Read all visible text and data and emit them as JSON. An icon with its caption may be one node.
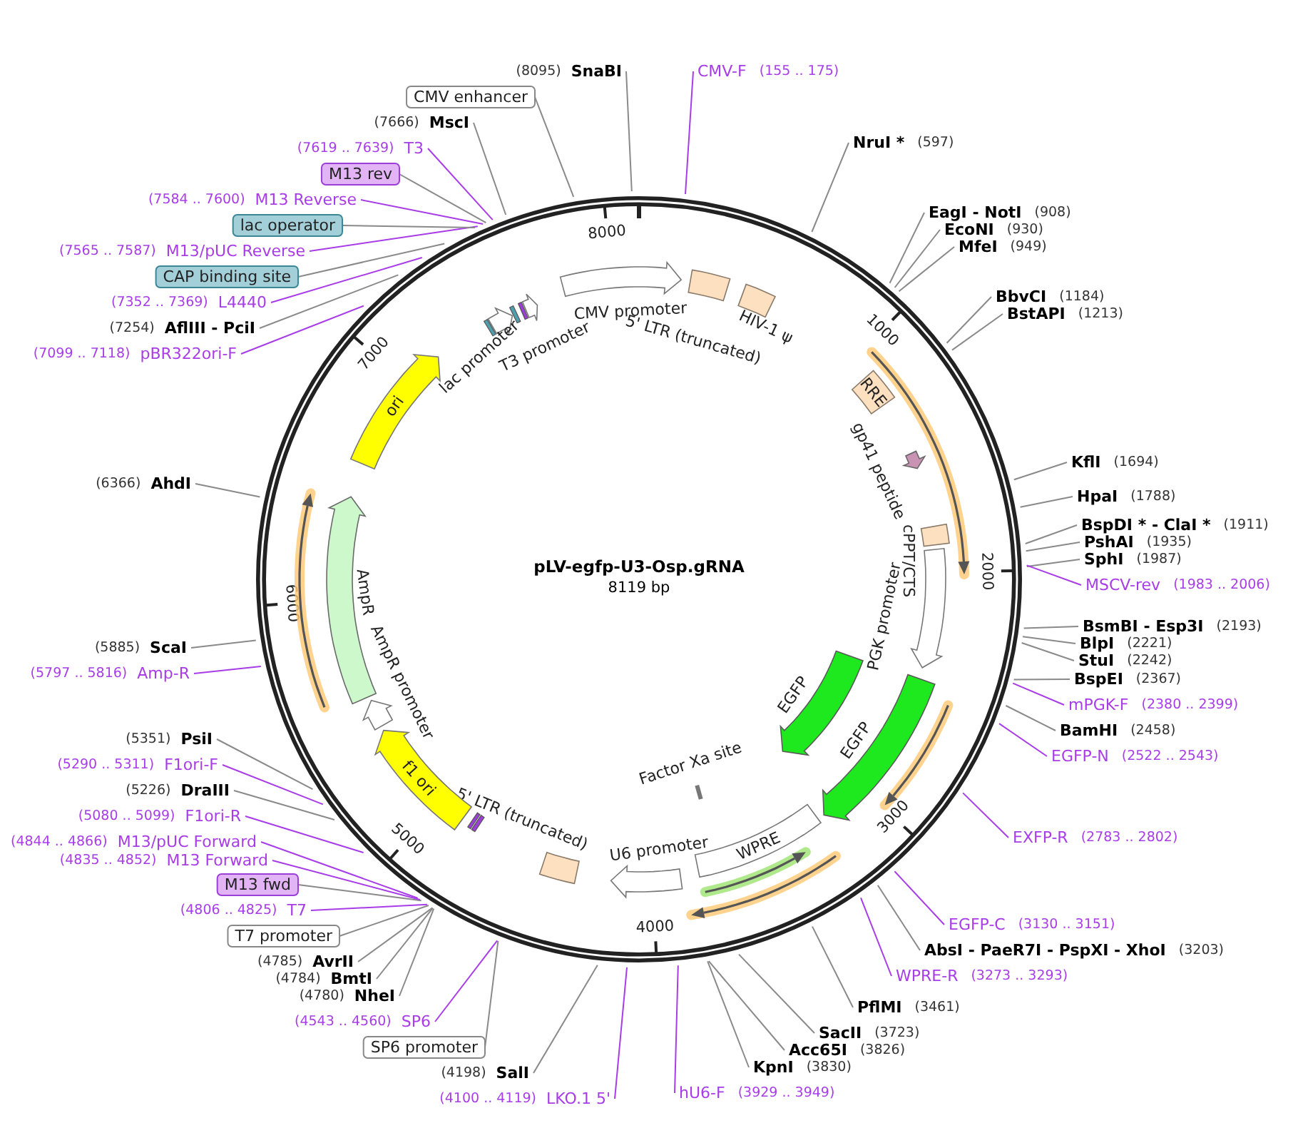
{
  "diagram": {
    "title": "pLV-egfp-U3-Osp.gRNA",
    "nodes": [
      {
        "text": [
          "(8095)",
          "SnaBI"
        ]
      },
      {
        "text": [
          "CMV-F",
          "(155 .. 175)"
        ]
      },
      {
        "text": [
          "NruI *",
          "(597)"
        ]
      },
      {
        "text": [
          "EagI - NotI",
          "(908)"
        ]
      },
      {
        "text": [
          "EcoNI",
          "(930)"
        ]
      },
      {
        "text": [
          "MfeI",
          "(949)"
        ]
      },
      {
        "text": [
          "BbvCI",
          "(1184)"
        ]
      },
      {
        "text": [
          "BstAPI",
          "(1213)"
        ]
      },
      {
        "text": [
          "KflI",
          "(1694)"
        ]
      },
      {
        "text": [
          "HpaI",
          "(1788)"
        ]
      },
      {
        "text": [
          "BspDI * - ClaI *",
          "(1911)"
        ]
      },
      {
        "text": [
          "PshAI",
          "(1935)"
        ]
      },
      {
        "text": [
          "SphI",
          "(1987)"
        ]
      },
      {
        "text": [
          "MSCV-rev",
          "(1983 .. 2006)"
        ]
      },
      {
        "text": [
          "BsmBI - Esp3I",
          "(2193)"
        ]
      },
      {
        "text": [
          "BlpI",
          "(2221)"
        ]
      },
      {
        "text": [
          "StuI",
          "(2242)"
        ]
      },
      {
        "text": [
          "BspEI",
          "(2367)"
        ]
      },
      {
        "text": [
          "mPGK-F",
          "(2380 .. 2399)"
        ]
      },
      {
        "text": [
          "BamHI",
          "(2458)"
        ]
      },
      {
        "text": [
          "EGFP-N",
          "(2522 .. 2543)"
        ]
      },
      {
        "text": [
          "EXFP-R",
          "(2783 .. 2802)"
        ]
      },
      {
        "text": [
          "EGFP-C",
          "(3130 .. 3151)"
        ]
      },
      {
        "text": [
          "AbsI - PaeR7I - PspXI - XhoI",
          "(3203)"
        ]
      },
      {
        "text": [
          "WPRE-R",
          "(3273 .. 3293)"
        ]
      },
      {
        "text": [
          "PflMI",
          "(3461)"
        ]
      },
      {
        "text": [
          "SacII",
          "(3723)"
        ]
      },
      {
        "text": [
          "Acc65I",
          "(3826)"
        ]
      },
      {
        "text": [
          "KpnI",
          "(3830)"
        ]
      },
      {
        "text": [
          "hU6-F",
          "(3929 .. 3949)"
        ]
      },
      {
        "text": [
          "(4100 .. 4119)",
          "LKO.1 5'"
        ]
      },
      {
        "text": [
          "(4198)",
          "SalI"
        ]
      },
      {
        "text": [
          "SP6 promoter"
        ]
      },
      {
        "text": [
          "(4543 .. 4560)",
          "SP6"
        ]
      },
      {
        "text": [
          "(4780)",
          "NheI"
        ]
      },
      {
        "text": [
          "(4784)",
          "BmtI"
        ]
      },
      {
        "text": [
          "(4785)",
          "AvrII"
        ]
      },
      {
        "text": [
          "T7 promoter"
        ]
      },
      {
        "text": [
          "(4806 .. 4825)",
          "T7"
        ]
      },
      {
        "text": [
          "M13 fwd"
        ]
      },
      {
        "text": [
          "(4835 .. 4852)",
          "M13 Forward"
        ]
      },
      {
        "text": [
          "(4844 .. 4866)",
          "M13/pUC Forward"
        ]
      },
      {
        "text": [
          "(5080 .. 5099)",
          "F1ori-R"
        ]
      },
      {
        "text": [
          "(5226)",
          "DraIII"
        ]
      },
      {
        "text": [
          "(5290 .. 5311)",
          "F1ori-F"
        ]
      },
      {
        "text": [
          "(5351)",
          "PsiI"
        ]
      },
      {
        "text": [
          "(5797 .. 5816)",
          "Amp-R"
        ]
      },
      {
        "text": [
          "(5885)",
          "ScaI"
        ]
      },
      {
        "text": [
          "(6366)",
          "AhdI"
        ]
      },
      {
        "text": [
          "(7099 .. 7118)",
          "pBR322ori-F"
        ]
      },
      {
        "text": [
          "(7254)",
          "AflIII - PciI"
        ]
      },
      {
        "text": [
          "(7352 .. 7369)",
          "L4440"
        ]
      },
      {
        "text": [
          "CAP binding site"
        ]
      },
      {
        "text": [
          "(7565 .. 7587)",
          "M13/pUC Reverse"
        ]
      },
      {
        "text": [
          "lac operator"
        ]
      },
      {
        "text": [
          "(7584 .. 7600)",
          "M13 Reverse"
        ]
      },
      {
        "text": [
          "M13 rev"
        ]
      },
      {
        "text": [
          "(7619 .. 7639)",
          "T3"
        ]
      },
      {
        "text": [
          "(7666)",
          "MscI"
        ]
      },
      {
        "text": [
          "CMV enhancer"
        ]
      },
      {
        "text": [
          "CMV promoter"
        ]
      },
      {
        "text": [
          "5' LTR (truncated)"
        ]
      },
      {
        "text": [
          "HIV-1 ψ"
        ]
      },
      {
        "text": [
          "RRE"
        ]
      },
      {
        "text": [
          "gp41 peptide"
        ]
      },
      {
        "text": [
          "cPPT/CTS"
        ]
      },
      {
        "text": [
          "PGK promoter"
        ]
      },
      {
        "text": [
          "EGFP"
        ]
      },
      {
        "text": [
          "EGFP"
        ]
      },
      {
        "text": [
          "Factor Xa site"
        ]
      },
      {
        "text": [
          "WPRE"
        ]
      },
      {
        "text": [
          "U6 promoter"
        ]
      },
      {
        "text": [
          "5' LTR (truncated)"
        ]
      },
      {
        "text": [
          "f1 ori"
        ]
      },
      {
        "text": [
          "AmpR promoter"
        ]
      },
      {
        "text": [
          "AmpR"
        ]
      },
      {
        "text": [
          "ori"
        ]
      },
      {
        "text": [
          "lac promoter"
        ]
      },
      {
        "text": [
          "T3 promoter"
        ]
      }
    ],
    "edges": [
      {
        "from": 0,
        "to": null,
        "arrow": "none"
      },
      {
        "from": 1,
        "to": null,
        "arrow": "none",
        "color": "#a83de8"
      },
      {
        "from": 2,
        "to": null,
        "arrow": "none"
      },
      {
        "from": 3,
        "to": null,
        "arrow": "none"
      },
      {
        "from": 4,
        "to": null,
        "arrow": "none"
      },
      {
        "from": 5,
        "to": null,
        "arrow": "none"
      },
      {
        "from": 6,
        "to": null,
        "arrow": "none"
      },
      {
        "from": 7,
        "to": null,
        "arrow": "none"
      },
      {
        "from": 8,
        "to": null,
        "arrow": "none"
      },
      {
        "from": 9,
        "to": null,
        "arrow": "none"
      },
      {
        "from": 10,
        "to": null,
        "arrow": "none"
      },
      {
        "from": 11,
        "to": null,
        "arrow": "none"
      },
      {
        "from": 12,
        "to": null,
        "arrow": "none"
      },
      {
        "from": 13,
        "to": null,
        "arrow": "none",
        "color": "#a83de8"
      },
      {
        "from": 14,
        "to": null,
        "arrow": "none"
      },
      {
        "from": 15,
        "to": null,
        "arrow": "none"
      },
      {
        "from": 16,
        "to": null,
        "arrow": "none"
      },
      {
        "from": 17,
        "to": null,
        "arrow": "none"
      },
      {
        "from": 18,
        "to": null,
        "arrow": "none",
        "color": "#a83de8"
      },
      {
        "from": 19,
        "to": null,
        "arrow": "none"
      },
      {
        "from": 20,
        "to": null,
        "arrow": "none",
        "color": "#a83de8"
      },
      {
        "from": 21,
        "to": null,
        "arrow": "none",
        "color": "#a83de8"
      },
      {
        "from": 22,
        "to": null,
        "arrow": "none",
        "color": "#a83de8"
      },
      {
        "from": 23,
        "to": null,
        "arrow": "none"
      },
      {
        "from": 24,
        "to": null,
        "arrow": "none",
        "color": "#a83de8"
      },
      {
        "from": 25,
        "to": null,
        "arrow": "none"
      },
      {
        "from": 26,
        "to": null,
        "arrow": "none"
      },
      {
        "from": 27,
        "to": null,
        "arrow": "none"
      },
      {
        "from": 28,
        "to": null,
        "arrow": "none"
      },
      {
        "from": 29,
        "to": null,
        "arrow": "none",
        "color": "#a83de8"
      },
      {
        "from": 30,
        "to": null,
        "arrow": "none",
        "color": "#a83de8"
      },
      {
        "from": 31,
        "to": null,
        "arrow": "none"
      },
      {
        "from": 32,
        "to": null,
        "arrow": "none"
      },
      {
        "from": 33,
        "to": null,
        "arrow": "none",
        "color": "#a83de8"
      },
      {
        "from": 34,
        "to": null,
        "arrow": "none"
      },
      {
        "from": 35,
        "to": null,
        "arrow": "none"
      },
      {
        "from": 36,
        "to": null,
        "arrow": "none"
      },
      {
        "from": 37,
        "to": null,
        "arrow": "none"
      },
      {
        "from": 38,
        "to": null,
        "arrow": "none",
        "color": "#a83de8"
      },
      {
        "from": 39,
        "to": null,
        "arrow": "none"
      },
      {
        "from": 40,
        "to": null,
        "arrow": "none",
        "color": "#a83de8"
      },
      {
        "from": 41,
        "to": null,
        "arrow": "none",
        "color": "#a83de8"
      },
      {
        "from": 42,
        "to": null,
        "arrow": "none",
        "color": "#a83de8"
      },
      {
        "from": 43,
        "to": null,
        "arrow": "none"
      },
      {
        "from": 44,
        "to": null,
        "arrow": "none",
        "color": "#a83de8"
      },
      {
        "from": 45,
        "to": null,
        "arrow": "none"
      },
      {
        "from": 46,
        "to": null,
        "arrow": "none",
        "color": "#a83de8"
      },
      {
        "from": 47,
        "to": null,
        "arrow": "none"
      },
      {
        "from": 48,
        "to": null,
        "arrow": "none"
      },
      {
        "from": 49,
        "to": null,
        "arrow": "none",
        "color": "#a83de8"
      },
      {
        "from": 50,
        "to": null,
        "arrow": "none"
      },
      {
        "from": 51,
        "to": null,
        "arrow": "none",
        "color": "#a83de8"
      },
      {
        "from": 52,
        "to": null,
        "arrow": "none"
      },
      {
        "from": 53,
        "to": null,
        "arrow": "none",
        "color": "#a83de8"
      },
      {
        "from": 54,
        "to": null,
        "arrow": "none"
      },
      {
        "from": 55,
        "to": null,
        "arrow": "none",
        "color": "#a83de8"
      },
      {
        "from": 56,
        "to": null,
        "arrow": "none"
      },
      {
        "from": 57,
        "to": null,
        "arrow": "none",
        "color": "#a83de8"
      },
      {
        "from": 58,
        "to": null,
        "arrow": "none"
      },
      {
        "from": 59,
        "to": null,
        "arrow": "none"
      }
    ],
    "labels": [
      "8119 bp",
      "1000",
      "2000",
      "3000",
      "4000",
      "5000",
      "6000",
      "7000",
      "8000"
    ]
  }
}
